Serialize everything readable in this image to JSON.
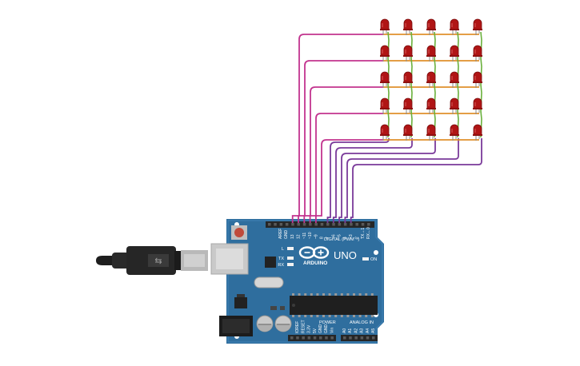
{
  "board": {
    "brand": "ARDUINO",
    "model": "UNO",
    "digital_label": "DIGITAL (PWM ~)",
    "power_label": "POWER",
    "analog_label": "ANALOG IN",
    "on_label": "ON",
    "l_label": "L",
    "tx_label": "TX",
    "rx_label": "RX",
    "aref_label": "AREF",
    "gnd_label": "GND",
    "digital_pins": [
      "13",
      "12",
      "~11",
      "~10",
      "~9",
      "8",
      "7",
      "~6",
      "~5",
      "4",
      "~3",
      "2",
      "TX→1",
      "RX←0"
    ],
    "power_pins": [
      "IOREF",
      "RESET",
      "3.3V",
      "5V",
      "GND",
      "GND",
      "Vin"
    ],
    "analog_pins": [
      "A0",
      "A1",
      "A2",
      "A3",
      "A4",
      "A5"
    ]
  },
  "led_matrix": {
    "rows": 5,
    "columns": 5
  },
  "colors": {
    "board": "#2f6e9e",
    "led": "#b01515",
    "row_wire": "#c2348f",
    "column_wire": "#7a3a9a",
    "cathode_bus": "#e0902c",
    "anode_bus": "#6ab03c"
  }
}
